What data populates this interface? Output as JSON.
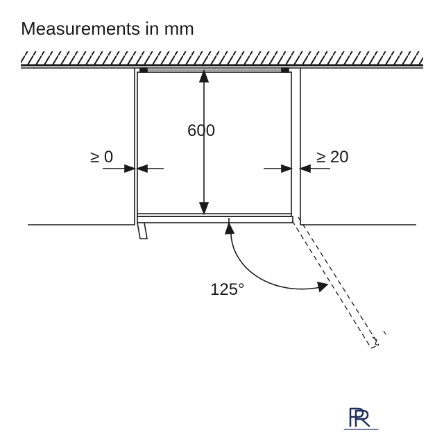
{
  "title": "Measurements in mm",
  "labels": {
    "depth": "600",
    "left_clearance": "≥ 0",
    "right_clearance": "≥ 20",
    "door_angle": "125°"
  },
  "logo": {
    "text": "PR"
  },
  "colors": {
    "line": "#1a1a1a",
    "logo": "#1f2d5a"
  }
}
